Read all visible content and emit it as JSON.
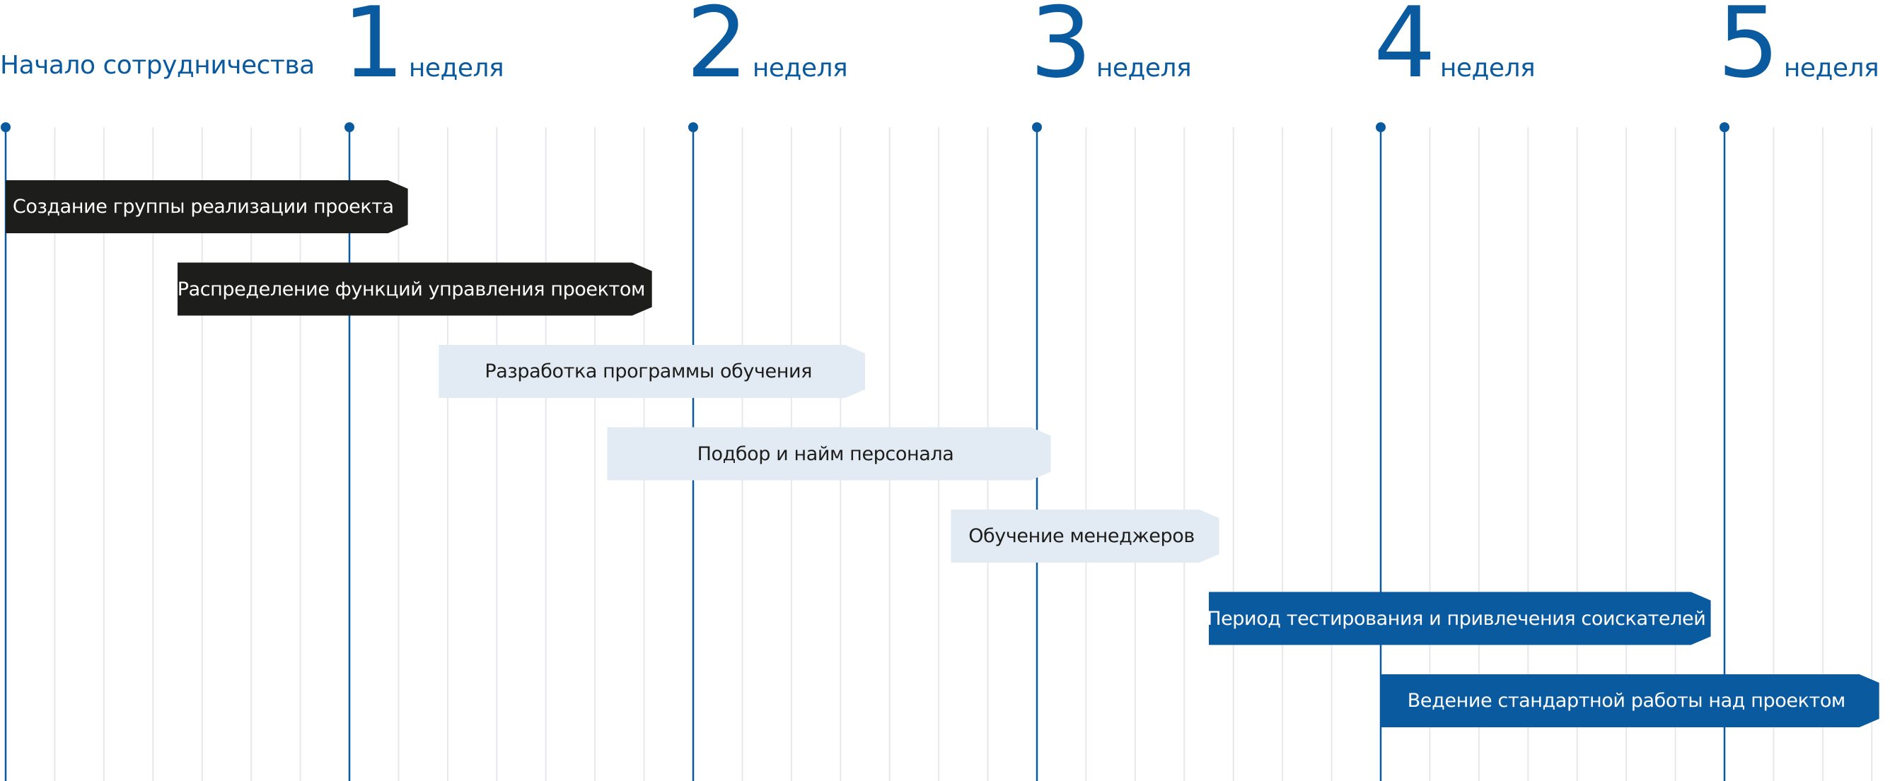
{
  "start_label": "Начало сотрудничества",
  "weeks": [
    {
      "num": "1",
      "word": "неделя"
    },
    {
      "num": "2",
      "word": "неделя"
    },
    {
      "num": "3",
      "word": "неделя"
    },
    {
      "num": "4",
      "word": "неделя"
    },
    {
      "num": "5",
      "word": "неделя"
    }
  ],
  "tasks": [
    {
      "label": "Создание группы реализации проекта",
      "start": 0,
      "end": 1.17,
      "style": "dark"
    },
    {
      "label": "Распределение функций управления проектом",
      "start": 0.5,
      "end": 1.88,
      "style": "dark"
    },
    {
      "label": "Разработка программы обучения",
      "start": 1.26,
      "end": 2.5,
      "style": "light"
    },
    {
      "label": "Подбор и найм персонала",
      "start": 1.75,
      "end": 3.04,
      "style": "light"
    },
    {
      "label": "Обучение менеджеров",
      "start": 2.75,
      "end": 3.53,
      "style": "light"
    },
    {
      "label": "Период тестирования и привлечения соискателей",
      "start": 3.5,
      "end": 4.96,
      "style": "blue"
    },
    {
      "label": "Ведение стандартной работы над проектом",
      "start": 4,
      "end": 5.45,
      "style": "blue"
    }
  ],
  "colors": {
    "accent": "#0a5aa0",
    "dark": "#1d1d1b",
    "light": "#e2eaf4",
    "grid": "#e6e8ec"
  }
}
